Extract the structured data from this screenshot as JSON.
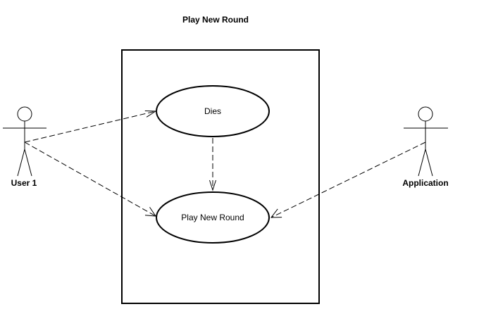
{
  "diagram": {
    "title": "Play New Round",
    "actors": [
      {
        "id": "user1",
        "label": "User 1"
      },
      {
        "id": "application",
        "label": "Application"
      }
    ],
    "use_cases": [
      {
        "id": "dies",
        "label": "Dies"
      },
      {
        "id": "play_new_round",
        "label": "Play New Round"
      }
    ],
    "relationships": [
      {
        "from": "user1",
        "to": "dies",
        "style": "dashed-arrow"
      },
      {
        "from": "user1",
        "to": "play_new_round",
        "style": "dashed-arrow"
      },
      {
        "from": "dies",
        "to": "play_new_round",
        "style": "dashed-arrow"
      },
      {
        "from": "application",
        "to": "play_new_round",
        "style": "dashed-arrow"
      }
    ]
  }
}
